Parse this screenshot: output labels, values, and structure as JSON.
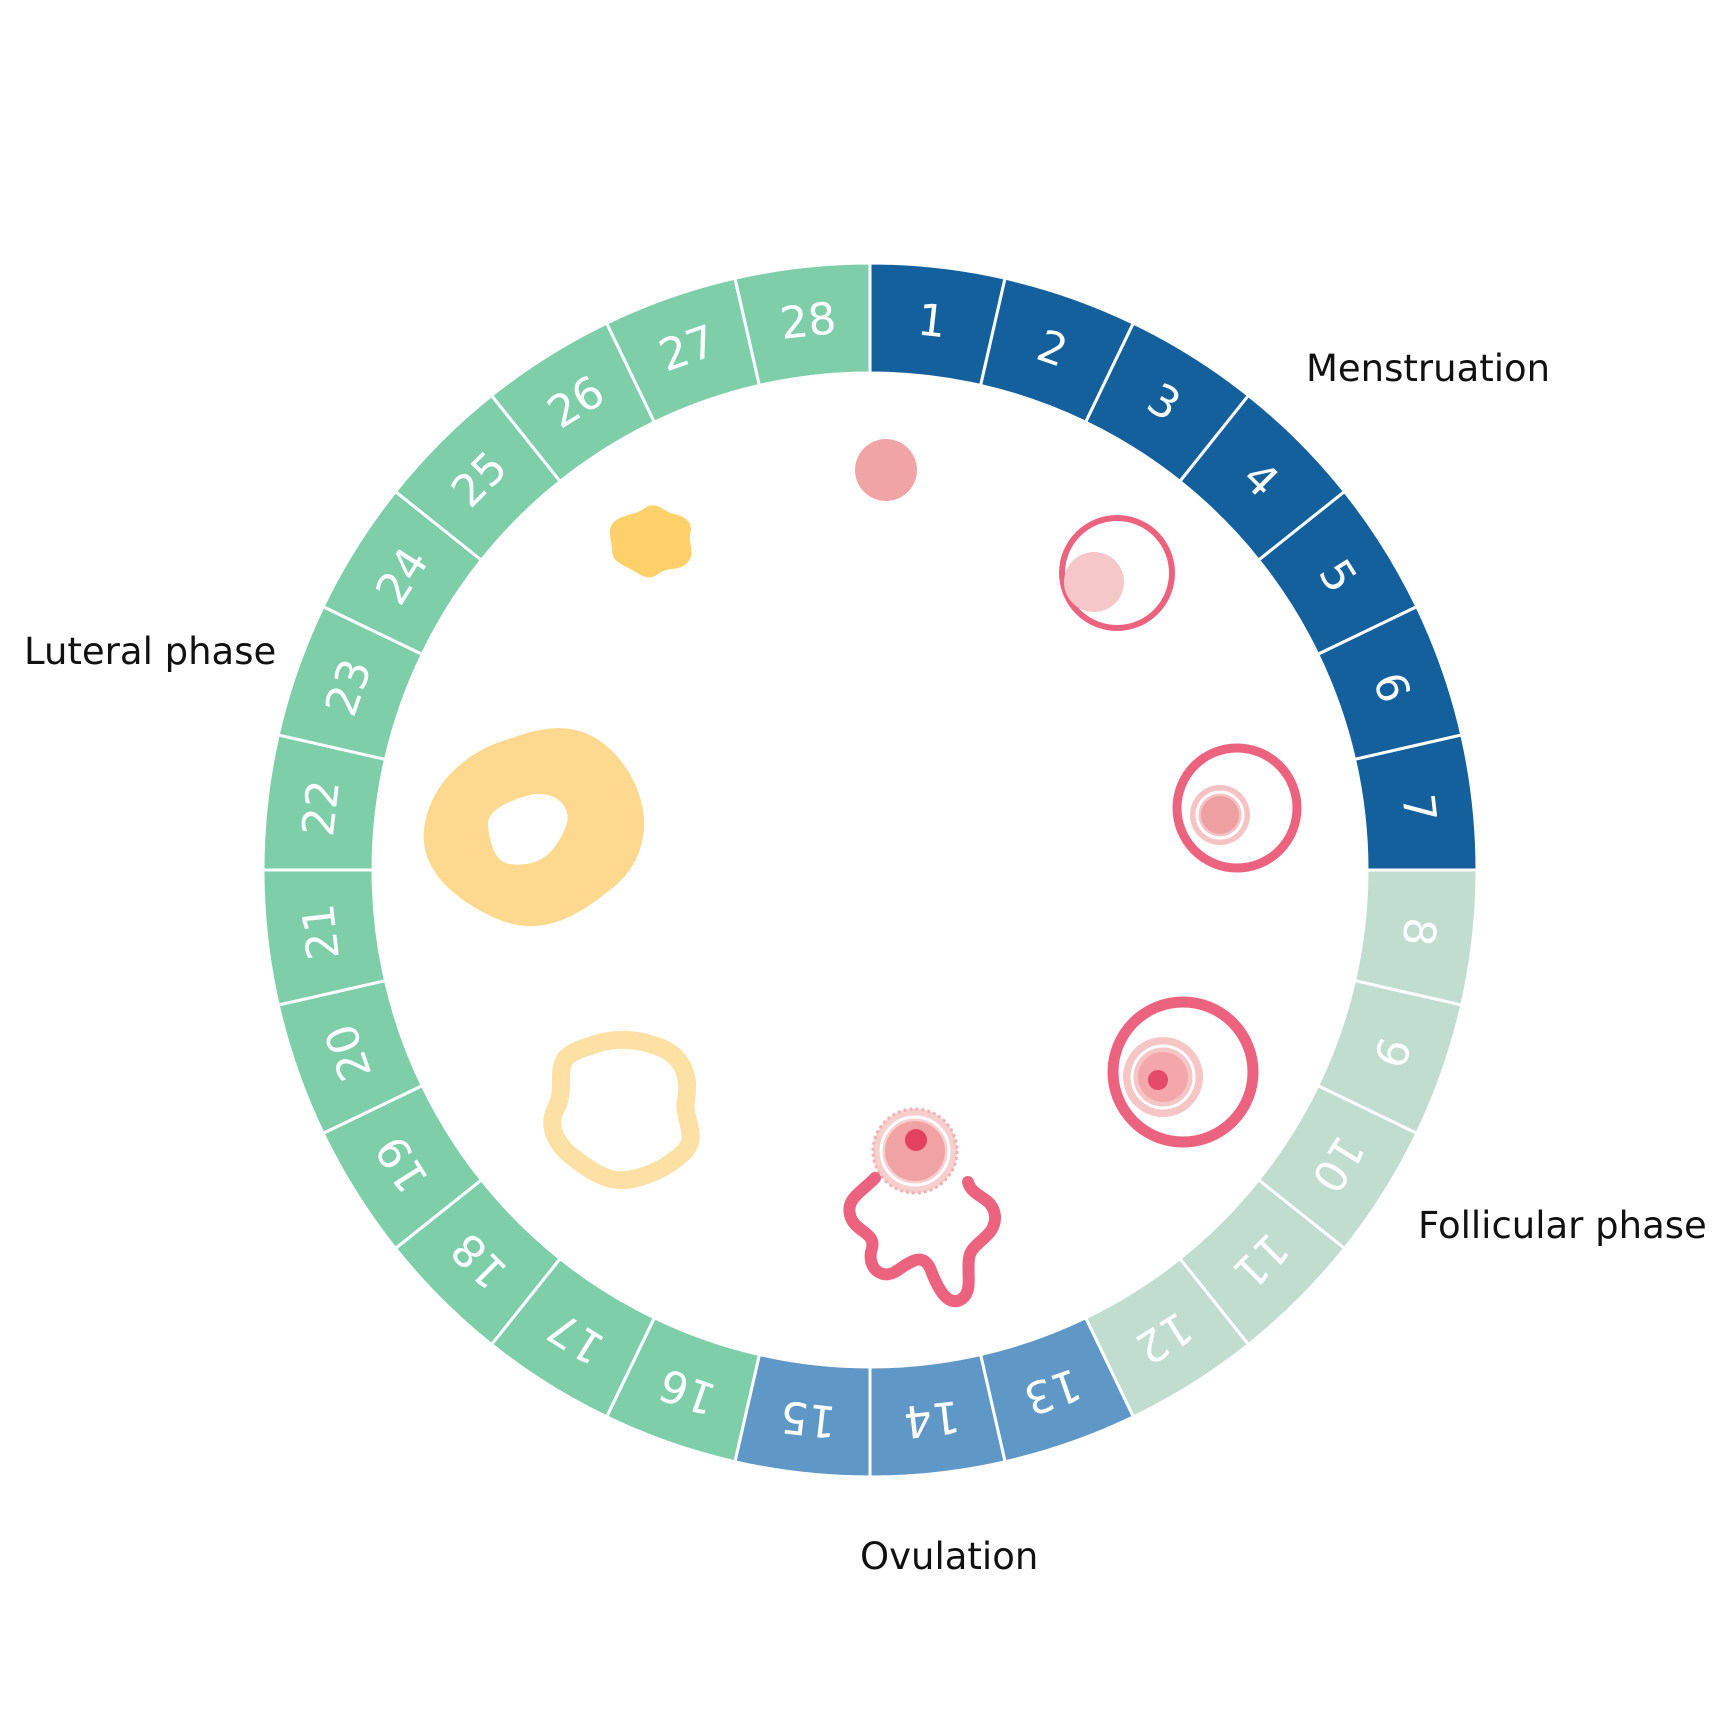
{
  "phases": {
    "menstruation": "Menstruation",
    "luteal": "Luteral phase",
    "follicular": "Follicular phase",
    "ovulation": "Ovulation"
  },
  "colors": {
    "menstruation": "#14609c",
    "follicular": "#c0ddd0",
    "ovulation": "#5f97c6",
    "luteal": "#7fceaa",
    "egg": "#ec6380",
    "egg_light": "#f3a9aa",
    "corpus_luteum": "#fdd88f",
    "corpus_luteum_dark": "#fdd06a"
  },
  "cycle": {
    "days": [
      {
        "label": "1",
        "phase": "menstruation"
      },
      {
        "label": "2",
        "phase": "menstruation"
      },
      {
        "label": "3",
        "phase": "menstruation"
      },
      {
        "label": "4",
        "phase": "menstruation"
      },
      {
        "label": "5",
        "phase": "menstruation"
      },
      {
        "label": "6",
        "phase": "menstruation"
      },
      {
        "label": "7",
        "phase": "menstruation"
      },
      {
        "label": "8",
        "phase": "follicular"
      },
      {
        "label": "9",
        "phase": "follicular"
      },
      {
        "label": "10",
        "phase": "follicular"
      },
      {
        "label": "11",
        "phase": "follicular"
      },
      {
        "label": "12",
        "phase": "follicular"
      },
      {
        "label": "13",
        "phase": "ovulation"
      },
      {
        "label": "14",
        "phase": "ovulation"
      },
      {
        "label": "15",
        "phase": "ovulation"
      },
      {
        "label": "16",
        "phase": "luteal"
      },
      {
        "label": "17",
        "phase": "luteal"
      },
      {
        "label": "18",
        "phase": "luteal"
      },
      {
        "label": "19",
        "phase": "luteal"
      },
      {
        "label": "20",
        "phase": "luteal"
      },
      {
        "label": "21",
        "phase": "luteal"
      },
      {
        "label": "22",
        "phase": "luteal"
      },
      {
        "label": "23",
        "phase": "luteal"
      },
      {
        "label": "24",
        "phase": "luteal"
      },
      {
        "label": "25",
        "phase": "luteal"
      },
      {
        "label": "26",
        "phase": "luteal"
      },
      {
        "label": "27",
        "phase": "luteal"
      },
      {
        "label": "28",
        "phase": "luteal"
      }
    ]
  }
}
